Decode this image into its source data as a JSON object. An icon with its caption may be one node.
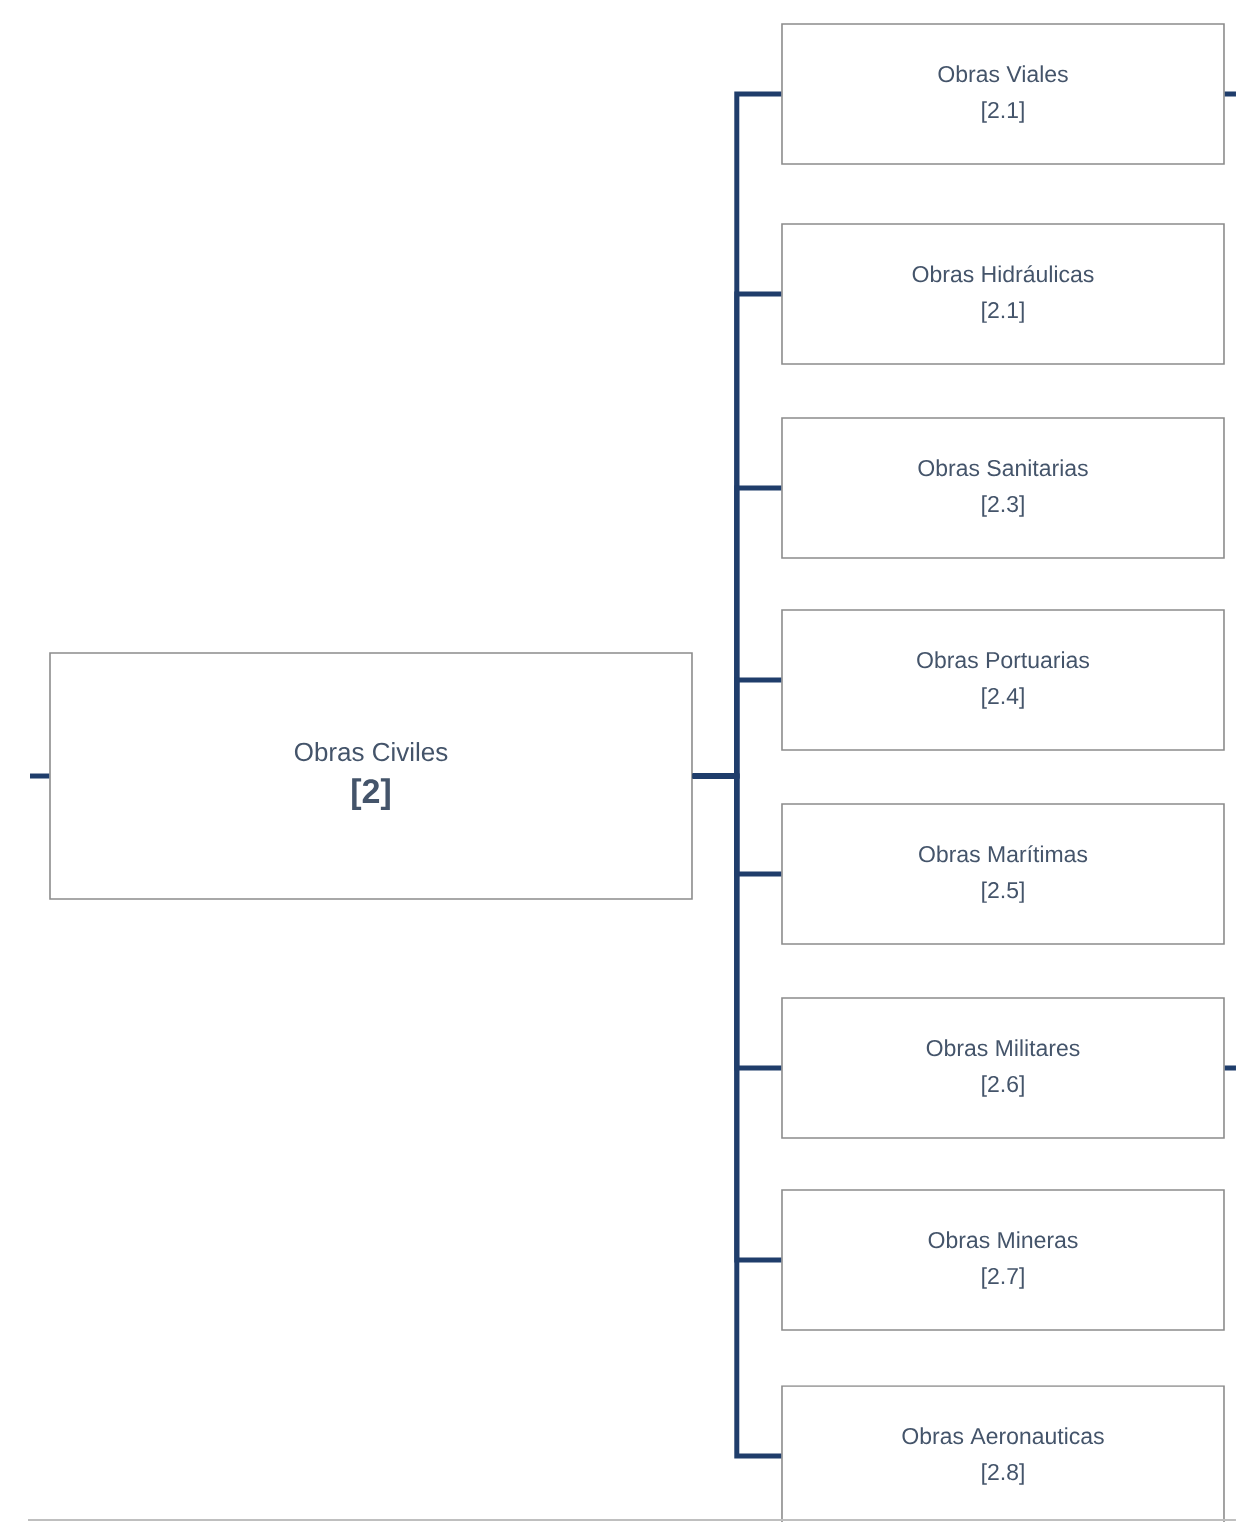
{
  "diagram": {
    "nodes": [
      {
        "text": [
          "Obras Civiles",
          "[2]"
        ]
      },
      {
        "text": [
          "Obras Viales",
          "[2.1]"
        ]
      },
      {
        "text": [
          "Obras Hidráulicas",
          "[2.1]"
        ]
      },
      {
        "text": [
          "Obras Sanitarias",
          "[2.3]"
        ]
      },
      {
        "text": [
          "Obras Portuarias",
          "[2.4]"
        ]
      },
      {
        "text": [
          "Obras Marítimas",
          "[2.5]"
        ]
      },
      {
        "text": [
          "Obras Militares",
          "[2.6]"
        ]
      },
      {
        "text": [
          "Obras Mineras",
          "[2.7]"
        ]
      },
      {
        "text": [
          "Obras Aeronauticas",
          "[2.8]"
        ]
      }
    ],
    "edges": [
      {
        "from": null,
        "to": 0,
        "arrow": "none"
      },
      {
        "from": 0,
        "to": 1,
        "arrow": "none"
      },
      {
        "from": 0,
        "to": 2,
        "arrow": "none"
      },
      {
        "from": 0,
        "to": 3,
        "arrow": "none"
      },
      {
        "from": 0,
        "to": 4,
        "arrow": "none"
      },
      {
        "from": 0,
        "to": 5,
        "arrow": "none"
      },
      {
        "from": 0,
        "to": 6,
        "arrow": "none"
      },
      {
        "from": 0,
        "to": 7,
        "arrow": "none"
      },
      {
        "from": 0,
        "to": 8,
        "arrow": "none"
      },
      {
        "from": 1,
        "to": null,
        "arrow": "none"
      },
      {
        "from": 6,
        "to": null,
        "arrow": "none"
      }
    ]
  }
}
